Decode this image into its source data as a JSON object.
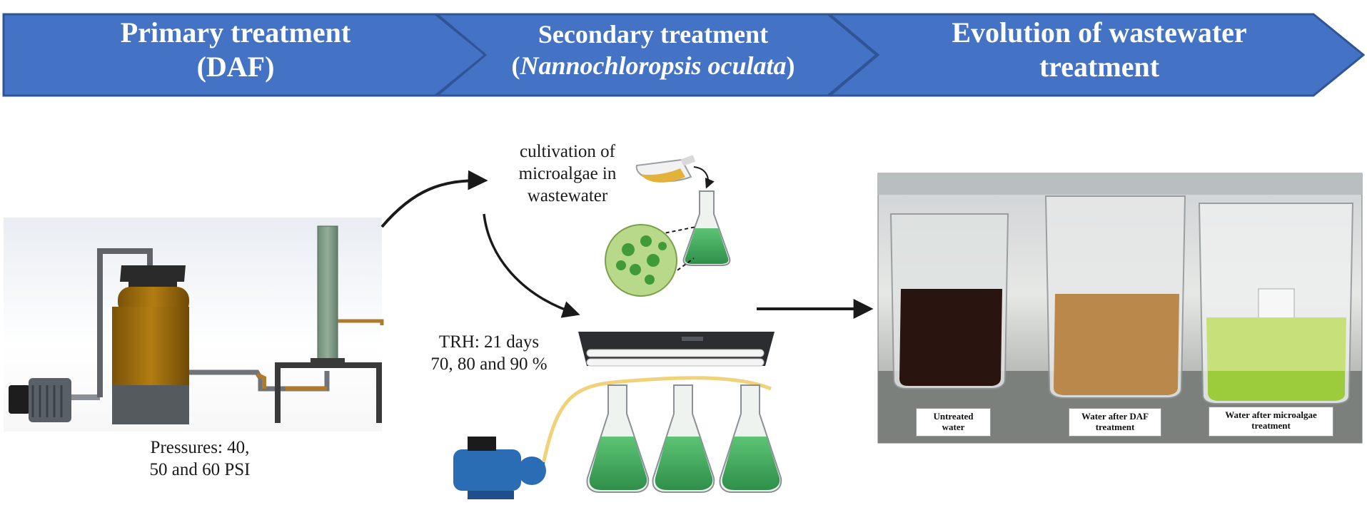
{
  "stages": [
    {
      "title": "Primary treatment",
      "subtitle": "(DAF)"
    },
    {
      "title": "Secondary treatment",
      "subtitle_open": "(",
      "subtitle_species": "Nannochloropsis oculata",
      "subtitle_close": ")"
    },
    {
      "title": "Evolution of wastewater",
      "subtitle": "treatment"
    }
  ],
  "primary": {
    "pressures_line1": "Pressures: 40,",
    "pressures_line2": "50 and 60 PSI"
  },
  "secondary": {
    "cultivation_line1": "cultivation of",
    "cultivation_line2": "microalgae in",
    "cultivation_line3": "wastewater",
    "trh_line1": "TRH: 21 days",
    "trh_line2": "70, 80 and 90 %"
  },
  "evolution": {
    "samples": [
      {
        "label_line1": "Untreated",
        "label_line2": "water"
      },
      {
        "label_line1": "Water after DAF",
        "label_line2": "treatment"
      },
      {
        "label_line1": "Water after microalgae",
        "label_line2": "treatment"
      }
    ]
  },
  "colors": {
    "banner_fill": "#4472c4",
    "banner_border": "#2f5597",
    "algae_green": "#3da35a",
    "pump_blue": "#2a6db5",
    "tank_brown": "#a06e10",
    "untreated_water": "#2a1410",
    "daf_water": "#b9884a",
    "algae_water": "#c8e07a"
  },
  "icons": [
    "arrow-icon",
    "flask-icon",
    "pump-icon",
    "lamp-icon",
    "tank-icon",
    "compressor-icon",
    "beaker-icon",
    "microalgae-cell-icon"
  ]
}
